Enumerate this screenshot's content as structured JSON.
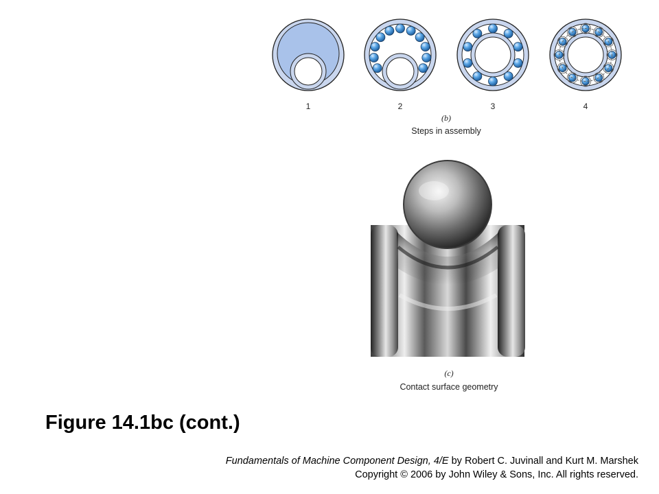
{
  "figure_b": {
    "step_labels": [
      "1",
      "2",
      "3",
      "4"
    ],
    "letter": "(b)",
    "caption": "Steps in assembly"
  },
  "figure_c": {
    "letter": "(c)",
    "caption": "Contact surface geometry"
  },
  "title": "Figure 14.1bc  (cont.)",
  "credit": {
    "book_title": "Fundamentals of Machine Component Design, 4/E",
    "authors": " by Robert C.  Juvinall and Kurt M. Marshek",
    "copyright": "Copyright © 2006 by John Wiley & Sons, Inc.  All rights reserved."
  },
  "colors": {
    "outer_ring_fill": "#c9d6ee",
    "inner_ring_fill": "#a8c0e8",
    "ball_color": "#3f8fd8",
    "outline": "#222222"
  }
}
